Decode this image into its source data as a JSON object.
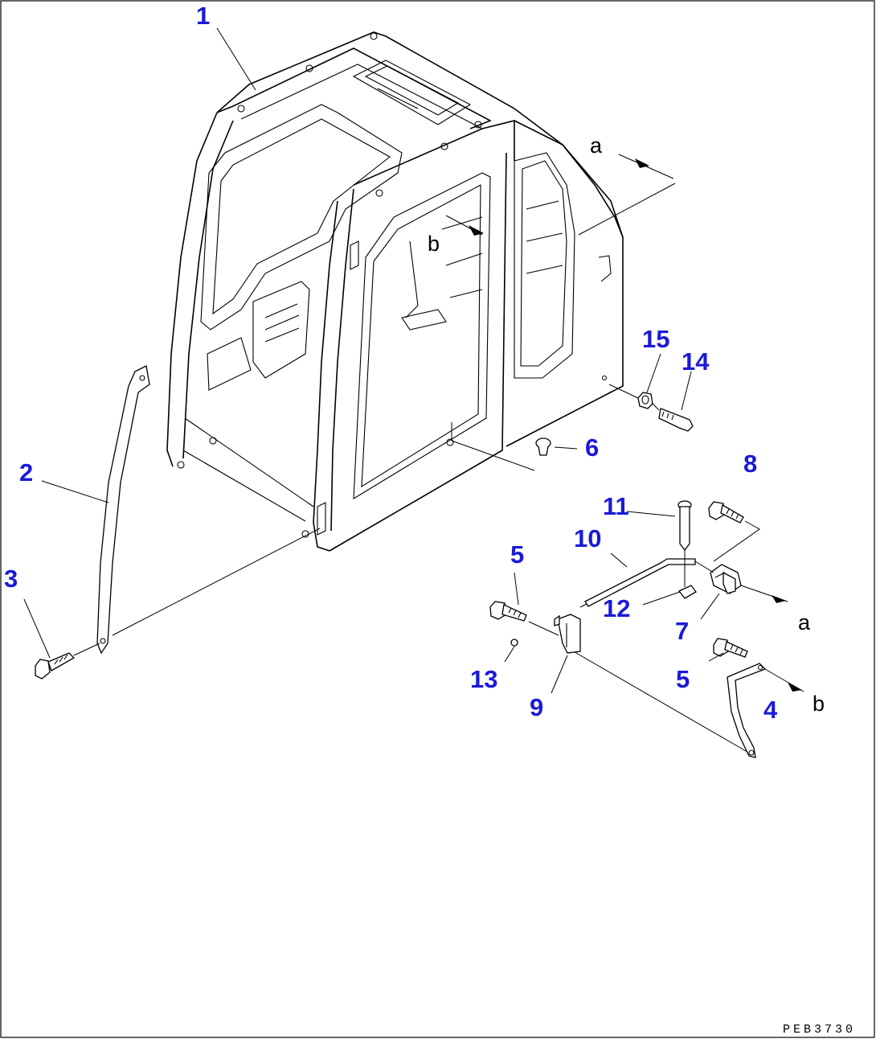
{
  "drawing_code": "PEB3730",
  "callouts": [
    {
      "id": "1",
      "label": "1"
    },
    {
      "id": "2",
      "label": "2"
    },
    {
      "id": "3",
      "label": "3"
    },
    {
      "id": "4",
      "label": "4"
    },
    {
      "id": "5a",
      "label": "5"
    },
    {
      "id": "5b",
      "label": "5"
    },
    {
      "id": "6",
      "label": "6"
    },
    {
      "id": "7",
      "label": "7"
    },
    {
      "id": "8",
      "label": "8"
    },
    {
      "id": "9",
      "label": "9"
    },
    {
      "id": "10",
      "label": "10"
    },
    {
      "id": "11",
      "label": "11"
    },
    {
      "id": "12",
      "label": "12"
    },
    {
      "id": "13",
      "label": "13"
    },
    {
      "id": "14",
      "label": "14"
    },
    {
      "id": "15",
      "label": "15"
    }
  ],
  "connection_refs": [
    {
      "id": "a-top",
      "label": "a"
    },
    {
      "id": "b-cab",
      "label": "b"
    },
    {
      "id": "a-bracket",
      "label": "a"
    },
    {
      "id": "b-stay",
      "label": "b"
    }
  ],
  "colors": {
    "callout": "#1a1ad8",
    "line": "#000000",
    "background": "#ffffff"
  }
}
